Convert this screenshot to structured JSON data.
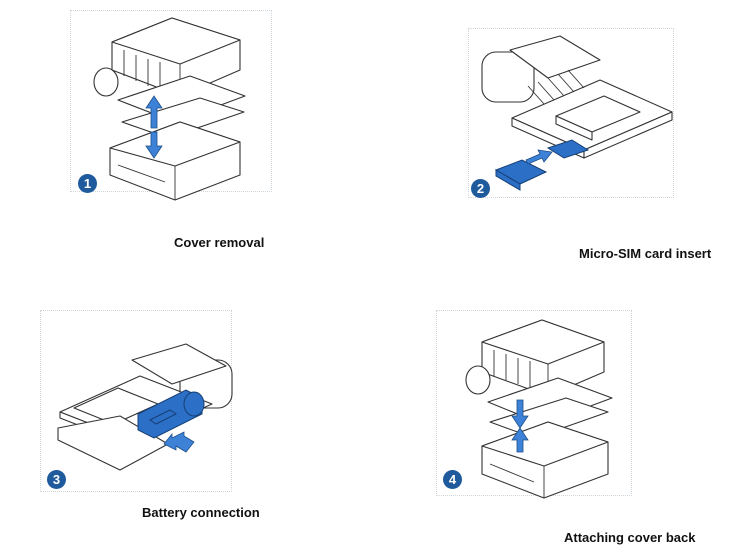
{
  "steps": [
    {
      "number": "1",
      "caption": "Cover removal"
    },
    {
      "number": "2",
      "caption": "Micro-SIM card insert"
    },
    {
      "number": "3",
      "caption": "Battery connection"
    },
    {
      "number": "4",
      "caption": "Attaching cover back"
    }
  ],
  "colors": {
    "badge": "#1f5a9c",
    "highlight": "#2b6fc7"
  }
}
